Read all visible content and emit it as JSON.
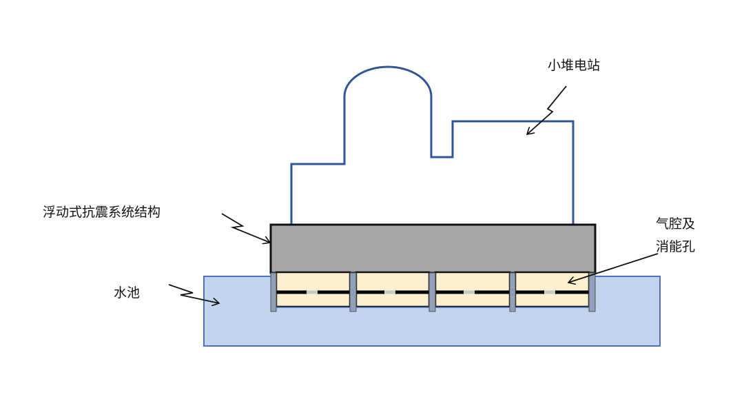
{
  "labels": {
    "plant": "小堆电站",
    "system": "浮动式抗震系统结构",
    "cavity_line1": "气腔及",
    "cavity_line2": "消能孔",
    "pool": "水池"
  },
  "colors": {
    "building_outline": "#2f5597",
    "platform": "#a6a6a6",
    "pool_fill": "#c3d4ee",
    "pool_stroke": "#4e6fc4",
    "cavity_fill": "#fdf0cf",
    "post": "#8fa0b8"
  }
}
